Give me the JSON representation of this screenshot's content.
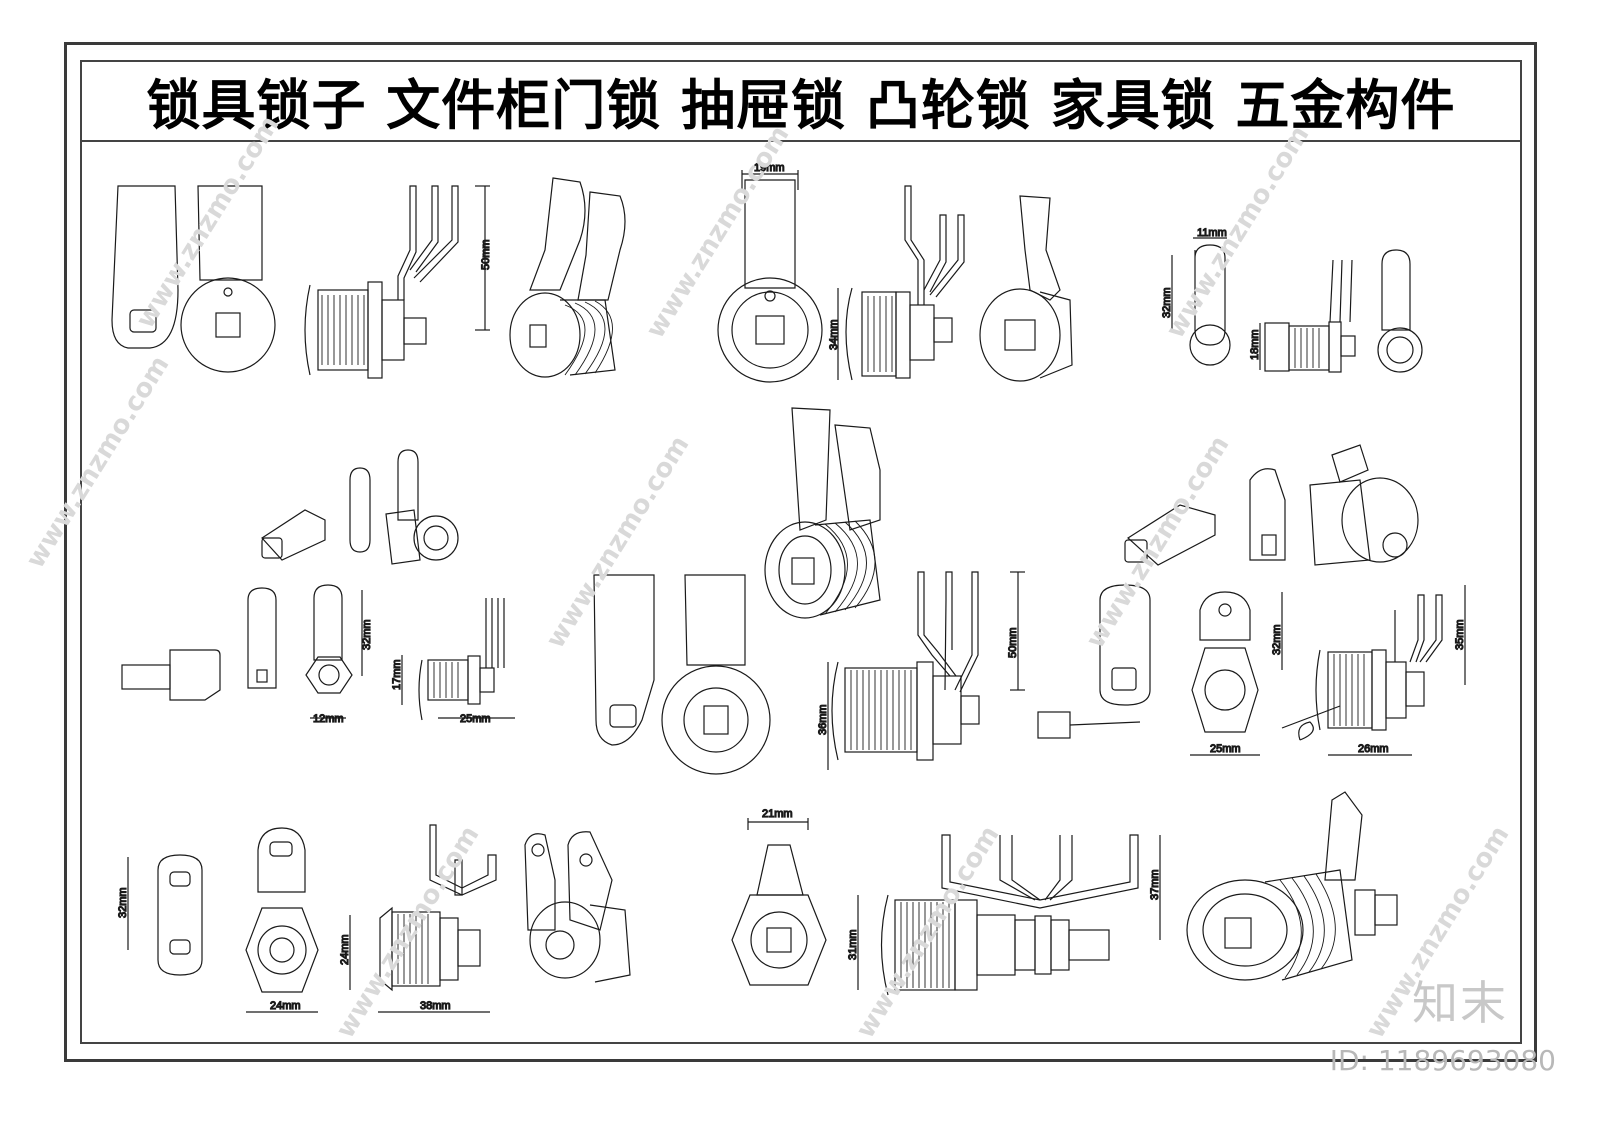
{
  "title": "锁具锁子  文件柜门锁  抽屉锁  凸轮锁  家具锁  五金构件",
  "dimensions": {
    "d50a": "50mm",
    "d19": "19mm",
    "d34": "34mm",
    "d11": "11mm",
    "d32a": "32mm",
    "d18": "18mm",
    "d32b": "32mm",
    "d17": "17mm",
    "d12": "12mm",
    "d25a": "25mm",
    "d36": "36mm",
    "d50b": "50mm",
    "d32c": "32mm",
    "d35": "35mm",
    "d25b": "25mm",
    "d26": "26mm",
    "d32d": "32mm",
    "d24a": "24mm",
    "d24b": "24mm",
    "d38": "38mm",
    "d21": "21mm",
    "d31": "31mm",
    "d37": "37mm"
  },
  "watermark": "www.znzmo.com",
  "brand": "知末",
  "id_label": "ID: 1189693080",
  "colors": {
    "line": "#1a1a1a",
    "frame": "#444444",
    "watermark": "#d9d9d9"
  }
}
